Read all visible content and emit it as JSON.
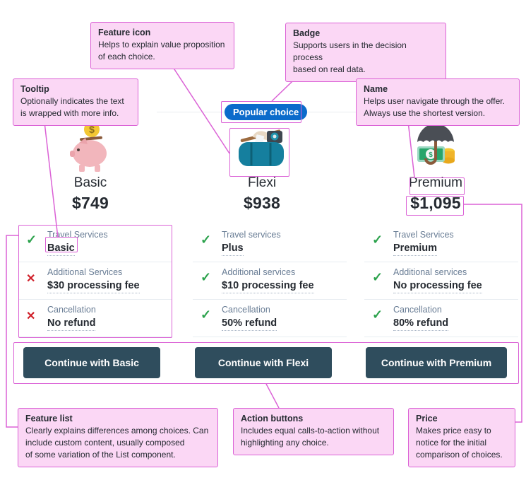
{
  "annotations": {
    "feature_icon": {
      "title": "Feature icon",
      "body": "Helps to explain value proposition\nof each choice."
    },
    "badge": {
      "title": "Badge",
      "body": "Supports users in the decision process\nbased on real data."
    },
    "tooltip": {
      "title": "Tooltip",
      "body": "Optionally indicates the text\nis wrapped with more info."
    },
    "name": {
      "title": "Name",
      "body": "Helps user navigate through the offer.\nAlways use the shortest version."
    },
    "feature_list": {
      "title": "Feature list",
      "body": "Clearly explains differences among choices. Can\ninclude custom content, usually composed\nof some variation of the List component."
    },
    "action_buttons": {
      "title": "Action buttons",
      "body": "Includes equal calls-to-action without\nhighlighting any choice."
    },
    "price": {
      "title": "Price",
      "body": "Makes price easy to\nnotice for the initial\ncomparison of choices."
    }
  },
  "badge_label": "Popular choice",
  "icons": {
    "check": "✓",
    "cross": "✕"
  },
  "plans": [
    {
      "name": "Basic",
      "price": "$749",
      "icon": "piggy-bank",
      "button": "Continue with Basic",
      "features": [
        {
          "state": "yes",
          "label": "Travel Services",
          "value": "Basic"
        },
        {
          "state": "no",
          "label": "Additional Services",
          "value": "$30 processing fee"
        },
        {
          "state": "no",
          "label": "Cancellation",
          "value": "No refund"
        }
      ]
    },
    {
      "name": "Flexi",
      "price": "$938",
      "icon": "travel-bag",
      "button": "Continue with Flexi",
      "features": [
        {
          "state": "yes",
          "label": "Travel services",
          "value": "Plus"
        },
        {
          "state": "yes",
          "label": "Additional services",
          "value": "$10 processing fee"
        },
        {
          "state": "yes",
          "label": "Cancellation",
          "value": "50% refund"
        }
      ]
    },
    {
      "name": "Premium",
      "price": "$1,095",
      "icon": "umbrella-money",
      "button": "Continue with Premium",
      "features": [
        {
          "state": "yes",
          "label": "Travel Services",
          "value": "Premium"
        },
        {
          "state": "yes",
          "label": "Additional services",
          "value": "No processing fee"
        },
        {
          "state": "yes",
          "label": "Cancellation",
          "value": "80% refund"
        }
      ]
    }
  ],
  "colors": {
    "annotation_border": "#db62d6",
    "annotation_fill": "#fbd7f5",
    "badge_bg": "#0b6bcb",
    "button_bg": "#2f4d5d",
    "check_green": "#2ba24c",
    "cross_red": "#d0202a"
  }
}
